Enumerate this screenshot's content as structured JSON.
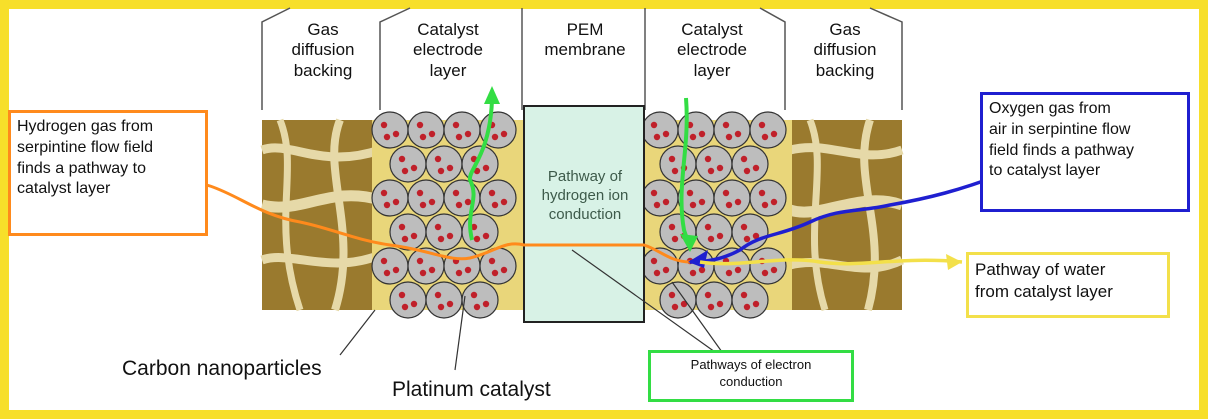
{
  "headers": {
    "gas_diffusion_left": "Gas\ndiffusion\nbacking",
    "catalyst_left": "Catalyst\nelectrode\nlayer",
    "pem": "PEM\nmembrane",
    "catalyst_right": "Catalyst\nelectrode\nlayer",
    "gas_diffusion_right": "Gas\ndiffusion\nbacking"
  },
  "callouts": {
    "hydrogen": "Hydrogen gas from\nserpintine flow field\nfinds a pathway to\ncatalyst layer",
    "oxygen": "Oxygen gas from\nair in serpintine flow\nfield finds a pathway\nto catalyst layer",
    "water": "Pathway of water\nfrom catalyst layer",
    "electron": "Pathways of electron\nconduction",
    "pem_inside": "Pathway of\nhydrogen ion\nconduction"
  },
  "labels": {
    "carbon": "Carbon nanoparticles",
    "platinum": "Platinum catalyst"
  },
  "colors": {
    "frame": "#f7df2a",
    "backing_dark": "#9a7a2e",
    "backing_light": "#e6d9a8",
    "pem_fill": "#d8f2e6",
    "particle": "#bdbdbd",
    "pt_dot": "#c0202a",
    "hydrogen": "#ff8a1c",
    "oxygen": "#1f1fd0",
    "water": "#f3e04a",
    "electron": "#33dd44"
  }
}
